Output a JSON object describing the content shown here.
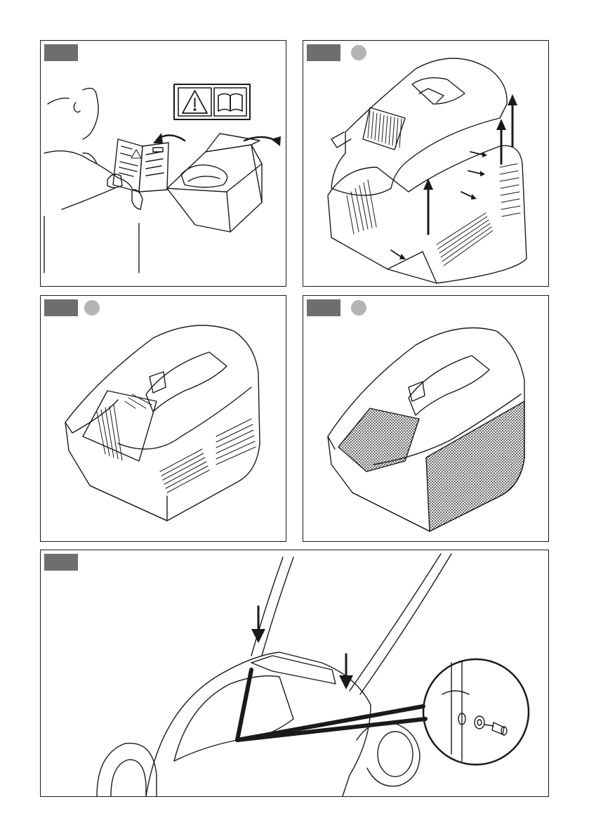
{
  "panels": [
    {
      "id": "p1",
      "has_number_dot": false,
      "content": "person-reading-manual-next-to-box"
    },
    {
      "id": "p2",
      "has_number_dot": true,
      "content": "grass-bag-assembly-exploded"
    },
    {
      "id": "p3",
      "has_number_dot": true,
      "content": "grass-bag-assembled-slotted"
    },
    {
      "id": "p4",
      "has_number_dot": true,
      "content": "grass-bag-assembled-mesh"
    },
    {
      "id": "p5",
      "has_number_dot": false,
      "content": "handle-attachment-with-screw-detail"
    }
  ],
  "icons": [
    "warning-triangle-icon",
    "manual-book-icon"
  ],
  "colors": {
    "tag": "#6e6e6e",
    "dot": "#b4b4b4",
    "line": "#1a1a1a"
  }
}
